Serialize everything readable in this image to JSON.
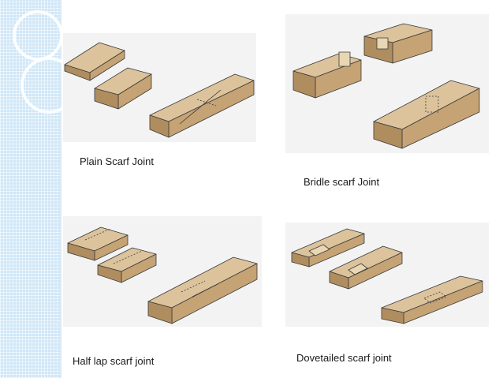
{
  "slide": {
    "colors": {
      "strip": "#cfe6f7",
      "wood_top": "#dcc39c",
      "wood_front": "#c5a375",
      "wood_side": "#b08d5f",
      "edge": "#3a3a3a"
    },
    "captions": {
      "plain": "Plain Scarf Joint",
      "bridle": "Bridle scarf Joint",
      "half_lap": "Half lap scarf joint",
      "dovetailed": "Dovetailed scarf joint"
    }
  }
}
